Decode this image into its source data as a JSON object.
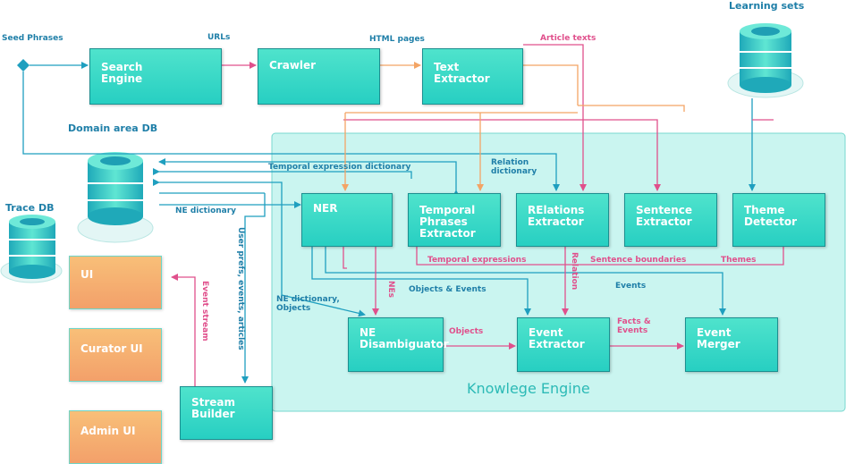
{
  "headings": {
    "seed_phrases": "Seed Phrases",
    "learning_sets": "Learning sets",
    "domain_area_db": "Domain area DB",
    "trace_db": "Trace DB"
  },
  "engine_label": "Knowlege Engine",
  "boxes": {
    "search_engine": "Search\nEngine",
    "crawler": "Crawler",
    "text_extractor": "Text\nExtractor",
    "ner": "NER",
    "temporal_phrases_extractor": "Temporal\nPhrases\nExtractor",
    "relations_extractor": "RElations\nExtractor",
    "sentence_extractor": "Sentence\nExtractor",
    "theme_detector": "Theme\nDetector",
    "ne_disambiguator": "NE\nDisambiguator",
    "event_extractor": "Event\nExtractor",
    "event_merger": "Event\nMerger",
    "stream_builder": "Stream\nBuilder",
    "ui": "UI",
    "curator_ui": "Curator UI",
    "admin_ui": "Admin UI"
  },
  "edge_labels": {
    "urls": "URLs",
    "html_pages": "HTML pages",
    "article_texts": "Article texts",
    "temporal_expression_dictionary": "Temporal expression dictionary",
    "relation_dictionary": "Relation\ndictionary",
    "ne_dictionary": "NE dictionary",
    "user_prefs": "User prefs, events, articles",
    "event_stream": "Event stream",
    "ne_dictionary_objects": "NE dictionary,\nObjects",
    "nes": "NEs",
    "objects_events": "Objects & Events",
    "temporal_expressions": "Temporal expressions",
    "relation": "Relation",
    "sentence_boundaries": "Sentence boundaries",
    "themes": "Themes",
    "events": "Events",
    "objects": "Objects",
    "facts_events": "Facts &\nEvents"
  },
  "colors": {
    "teal_box": "#2fd3c6",
    "orange_box": "#f5ad6e",
    "engine_bg": "#96ece2",
    "blue_line": "#1f9fbf",
    "pink_line": "#e0508c",
    "orange_line": "#f3a465"
  }
}
